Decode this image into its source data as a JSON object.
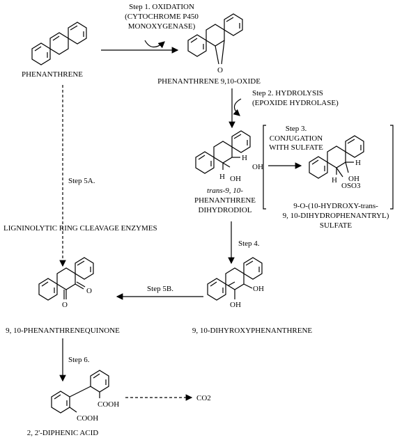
{
  "compounds": {
    "phenanthrene": "PHENANTHRENE",
    "oxide": "PHENANTHRENE 9,10-OXIDE",
    "dihydrodiol_1": "trans-9, 10-",
    "dihydrodiol_2": "PHENANTHRENE",
    "dihydrodiol_3": "DIHYDRODIOL",
    "sulfate_1": "9-O-(10-HYDROXY-trans-",
    "sulfate_2": "9, 10-DIHYDROPHENANTRYL)",
    "sulfate_3": "SULFATE",
    "dihydroxy": "9, 10-DIHYROXYPHENANTHRENE",
    "quinone": "9, 10-PHENANTHRENEQUINONE",
    "diphenic": "2, 2'-DIPHENIC ACID",
    "co2": "CO2"
  },
  "steps": {
    "step1_a": "Step 1. OXIDATION",
    "step1_b": "(CYTOCHROME P450",
    "step1_c": "MONOXYGENASE)",
    "step2_a": "Step 2. HYDROLYSIS",
    "step2_b": "(EPOXIDE HYDROLASE)",
    "step3_a": "Step 3.",
    "step3_b": "CONJUGATION",
    "step3_c": "WITH SULFATE",
    "step4": "Step 4.",
    "step5a": "Step 5A.",
    "step5a_enzymes": "LIGNINOLYTIC RING CLEAVAGE ENZYMES",
    "step5b": "Step 5B.",
    "step6": "Step 6."
  },
  "atoms": {
    "O": "O",
    "H": "H",
    "OH": "OH",
    "OSO3": "OSO3",
    "COOH": "COOH"
  }
}
